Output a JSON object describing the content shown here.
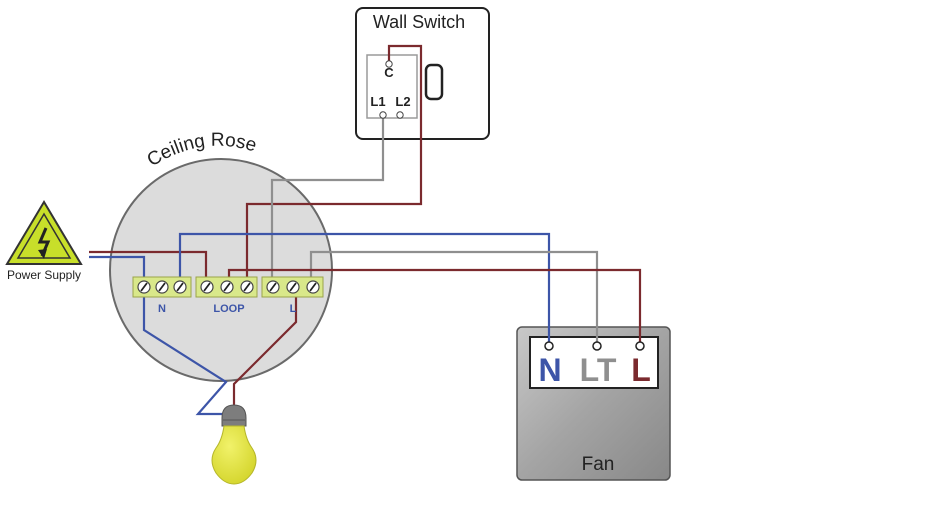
{
  "switch": {
    "title": "Wall Switch",
    "terminal_c": "C",
    "terminal_l1": "L1",
    "terminal_l2": "L2"
  },
  "rose": {
    "title": "Ceiling Rose",
    "group_n": "N",
    "group_loop": "LOOP",
    "group_l": "L"
  },
  "power": {
    "label": "Power Supply"
  },
  "fan": {
    "title": "Fan",
    "terminal_n": "N",
    "terminal_lt": "LT",
    "terminal_l": "L"
  },
  "colors": {
    "neutral": "#3d55a8",
    "live": "#7b2a2e",
    "switched": "#8f8f8f",
    "terminal_green": "#d9e88a",
    "hazard_yellow": "#c8df2a",
    "bulb_yellow": "#e1e23a",
    "fan_body": "#9c9c9c",
    "rose_body": "#dcdcdc"
  }
}
